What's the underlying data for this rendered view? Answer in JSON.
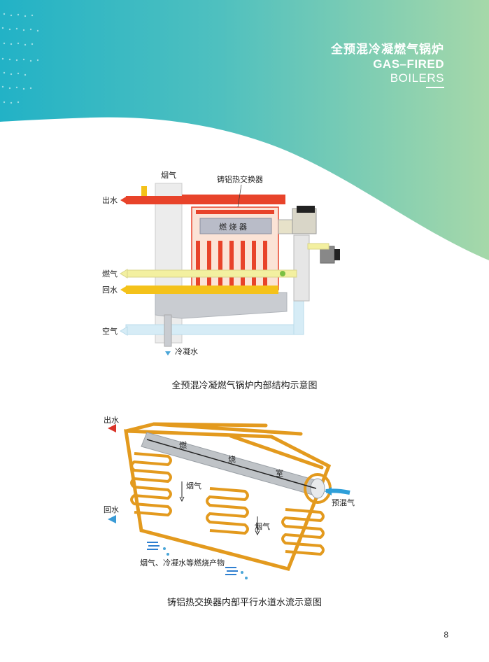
{
  "header": {
    "title_cn": "全预混冷凝燃气锅炉",
    "title_en_line1": "GAS–FIRED",
    "title_en_line2": "BOILERS"
  },
  "figure1": {
    "caption": "全预混冷凝燃气锅炉内部结构示意图",
    "labels": {
      "flue_gas": "烟气",
      "heat_exchanger": "铸铝热交换器",
      "water_out": "出水",
      "gas": "燃气",
      "water_return": "回水",
      "air": "空气",
      "condensate": "冷凝水",
      "combustion_chamber": "燃 烧 器"
    }
  },
  "figure2": {
    "caption": "铸铝热交换器内部平行水道水流示意图",
    "labels": {
      "water_out": "出水",
      "water_return": "回水",
      "flue_gas_1": "烟气",
      "flue_gas_2": "烟气",
      "premix_gas": "预混气",
      "products": "烟气、冷凝水等燃烧产物",
      "chamber_1": "燃",
      "chamber_2": "烧",
      "chamber_3": "室"
    }
  },
  "page_number": "8",
  "colors": {
    "header_teal": "#2bb6c8",
    "header_green": "#a9d9a8",
    "pipe_red": "#e8432a",
    "pipe_yellow": "#f4c21a",
    "pipe_orange": "#e39a1e",
    "gas_pale_yellow": "#f3f0a0",
    "air_blue": "#cfe7f3"
  }
}
